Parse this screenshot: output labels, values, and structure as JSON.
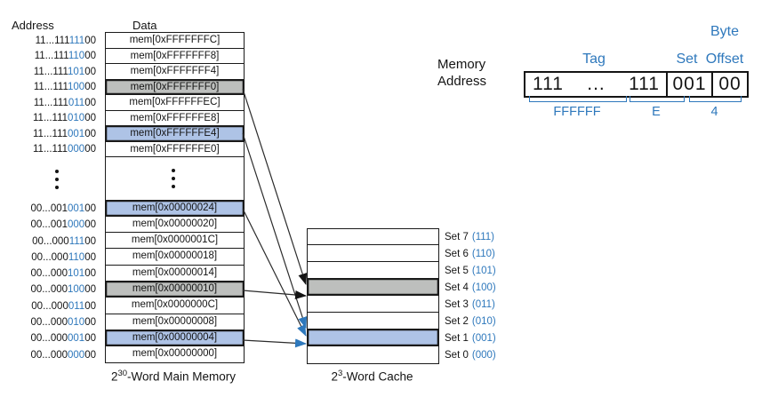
{
  "colors": {
    "blue_text": "#2e78bc",
    "blue_fill": "#aec3e6",
    "gray_fill": "#bdbfbd"
  },
  "memory": {
    "address_header": "Address",
    "data_header": "Data",
    "caption": {
      "base": "2",
      "exp": "30",
      "rest": "-Word Main Memory"
    },
    "top_rows": [
      {
        "tag": "11...111",
        "set": "111",
        "offset": "00",
        "data": "mem[0xFFFFFFFC]",
        "hl": "none"
      },
      {
        "tag": "11...111",
        "set": "110",
        "offset": "00",
        "data": "mem[0xFFFFFFF8]",
        "hl": "none"
      },
      {
        "tag": "11...111",
        "set": "101",
        "offset": "00",
        "data": "mem[0xFFFFFFF4]",
        "hl": "none"
      },
      {
        "tag": "11...111",
        "set": "100",
        "offset": "00",
        "data": "mem[0xFFFFFFF0]",
        "hl": "gray"
      },
      {
        "tag": "11...111",
        "set": "011",
        "offset": "00",
        "data": "mem[0xFFFFFFEC]",
        "hl": "none"
      },
      {
        "tag": "11...111",
        "set": "010",
        "offset": "00",
        "data": "mem[0xFFFFFFE8]",
        "hl": "none"
      },
      {
        "tag": "11...111",
        "set": "001",
        "offset": "00",
        "data": "mem[0xFFFFFFE4]",
        "hl": "blue"
      },
      {
        "tag": "11...111",
        "set": "000",
        "offset": "00",
        "data": "mem[0xFFFFFFE0]",
        "hl": "none"
      }
    ],
    "bottom_rows": [
      {
        "tag": "00...001",
        "set": "001",
        "offset": "00",
        "data": "mem[0x00000024]",
        "hl": "blue"
      },
      {
        "tag": "00...001",
        "set": "000",
        "offset": "00",
        "data": "mem[0x00000020]",
        "hl": "none"
      },
      {
        "tag": "00...000",
        "set": "111",
        "offset": "00",
        "data": "mem[0x0000001C]",
        "hl": "none"
      },
      {
        "tag": "00...000",
        "set": "110",
        "offset": "00",
        "data": "mem[0x00000018]",
        "hl": "none"
      },
      {
        "tag": "00...000",
        "set": "101",
        "offset": "00",
        "data": "mem[0x00000014]",
        "hl": "none"
      },
      {
        "tag": "00...000",
        "set": "100",
        "offset": "00",
        "data": "mem[0x00000010]",
        "hl": "gray"
      },
      {
        "tag": "00...000",
        "set": "011",
        "offset": "00",
        "data": "mem[0x0000000C]",
        "hl": "none"
      },
      {
        "tag": "00...000",
        "set": "010",
        "offset": "00",
        "data": "mem[0x00000008]",
        "hl": "none"
      },
      {
        "tag": "00...000",
        "set": "001",
        "offset": "00",
        "data": "mem[0x00000004]",
        "hl": "blue"
      },
      {
        "tag": "00...000",
        "set": "000",
        "offset": "00",
        "data": "mem[0x00000000]",
        "hl": "none"
      }
    ]
  },
  "cache": {
    "caption": {
      "base": "2",
      "exp": "3",
      "rest": "-Word Cache"
    },
    "sets": [
      {
        "name": "Set 7",
        "bits": "(111)",
        "hl": "none"
      },
      {
        "name": "Set 6",
        "bits": "(110)",
        "hl": "none"
      },
      {
        "name": "Set 5",
        "bits": "(101)",
        "hl": "none"
      },
      {
        "name": "Set 4",
        "bits": "(100)",
        "hl": "gray"
      },
      {
        "name": "Set 3",
        "bits": "(011)",
        "hl": "none"
      },
      {
        "name": "Set 2",
        "bits": "(010)",
        "hl": "none"
      },
      {
        "name": "Set 1",
        "bits": "(001)",
        "hl": "blue"
      },
      {
        "name": "Set 0",
        "bits": "(000)",
        "hl": "none"
      }
    ]
  },
  "address_breakdown": {
    "label_line1": "Memory",
    "label_line2": "Address",
    "byte_label": "Byte",
    "tag_label": "Tag",
    "set_label": "Set",
    "offset_label": "Offset",
    "tag_left": "111",
    "tag_dots": "...",
    "tag_right": "111",
    "set_value": "001",
    "offset_value": "00",
    "hex_tag": "FFFFFF",
    "hex_set": "E",
    "hex_offset": "4"
  },
  "mappings": [
    {
      "from": "mem[0xFFFFFFF0]",
      "to": "Set 4",
      "color": "gray"
    },
    {
      "from": "mem[0xFFFFFFE4]",
      "to": "Set 1",
      "color": "blue"
    },
    {
      "from": "mem[0x00000024]",
      "to": "Set 1",
      "color": "blue"
    },
    {
      "from": "mem[0x00000010]",
      "to": "Set 4",
      "color": "gray"
    },
    {
      "from": "mem[0x00000004]",
      "to": "Set 1",
      "color": "blue"
    }
  ]
}
